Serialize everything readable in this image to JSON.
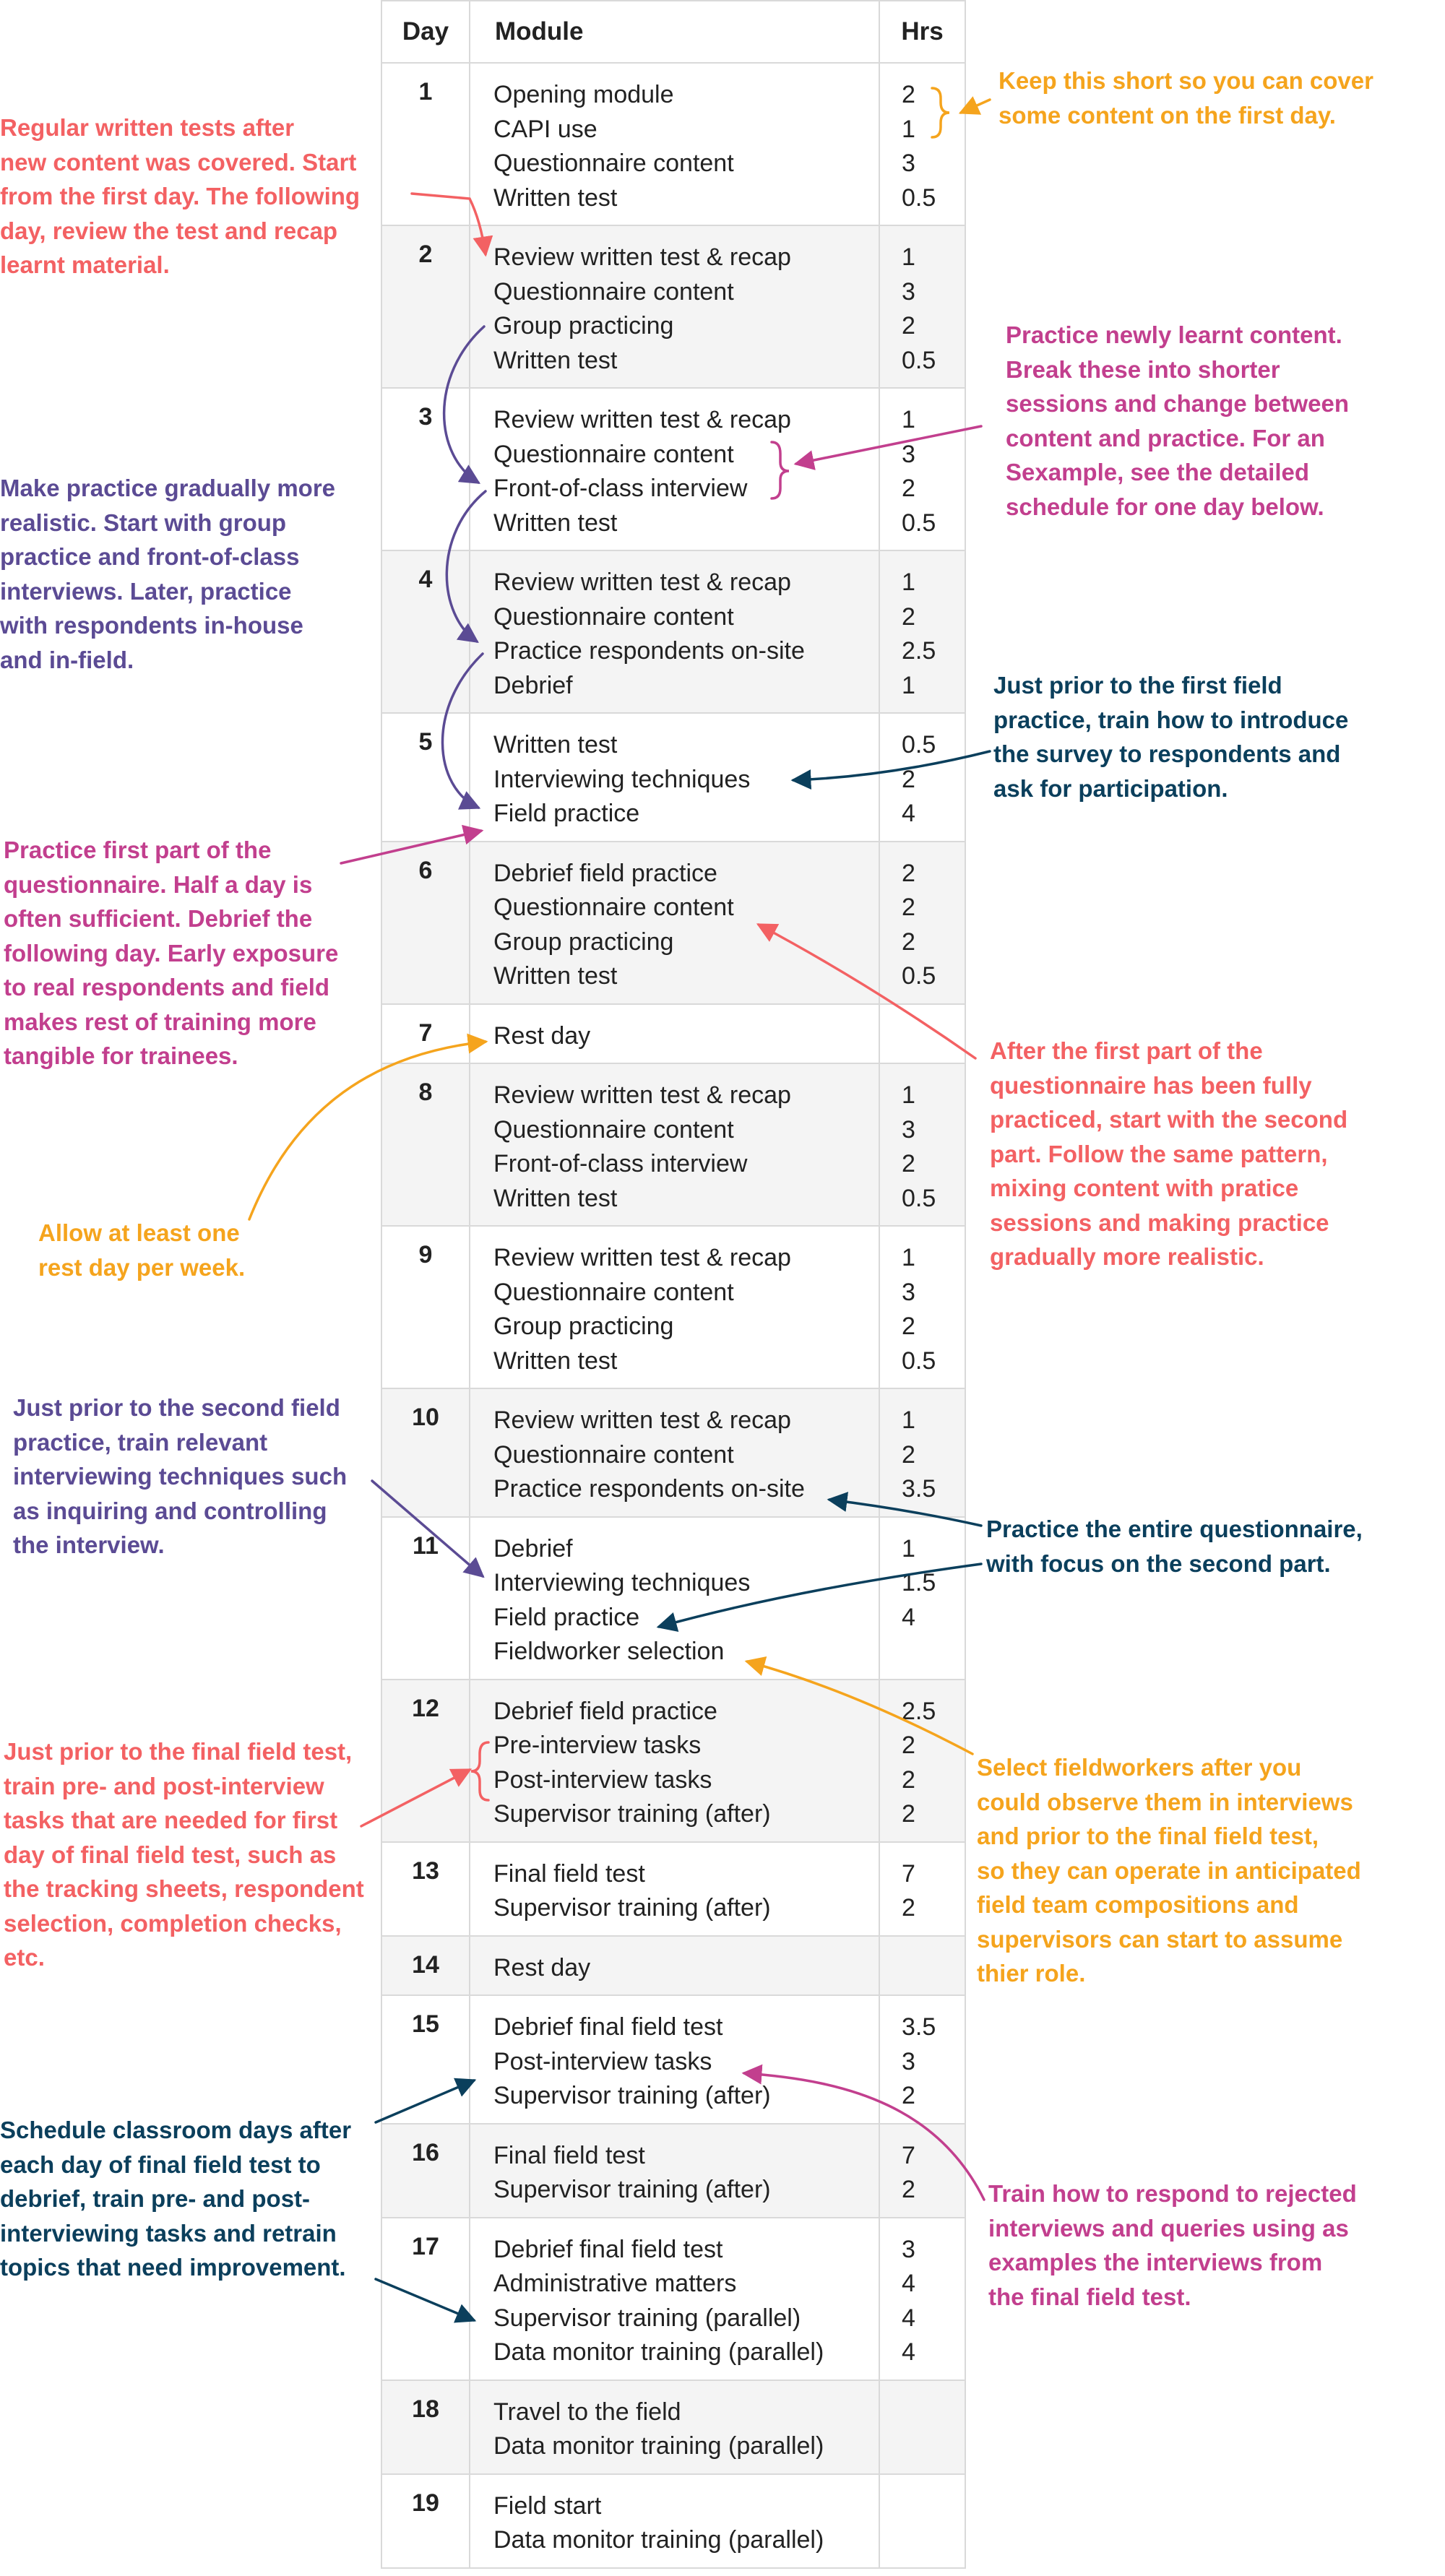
{
  "table": {
    "headers": {
      "day": "Day",
      "module": "Module",
      "hrs": "Hrs"
    },
    "rows": [
      {
        "day": "1",
        "modules": [
          "Opening module",
          "CAPI use",
          "Questionnaire content",
          "Written test"
        ],
        "hrs": [
          "2",
          "1",
          "3",
          "0.5"
        ]
      },
      {
        "day": "2",
        "modules": [
          "Review written test & recap",
          "Questionnaire content",
          "Group practicing",
          "Written test"
        ],
        "hrs": [
          "1",
          "3",
          "2",
          "0.5"
        ]
      },
      {
        "day": "3",
        "modules": [
          "Review written test & recap",
          "Questionnaire content",
          "Front-of-class interview",
          "Written test"
        ],
        "hrs": [
          "1",
          "3",
          "2",
          "0.5"
        ]
      },
      {
        "day": "4",
        "modules": [
          "Review written test & recap",
          "Questionnaire content",
          "Practice respondents on-site",
          "Debrief"
        ],
        "hrs": [
          "1",
          "2",
          "2.5",
          "1"
        ]
      },
      {
        "day": "5",
        "modules": [
          "Written test",
          "Interviewing techniques",
          "Field practice"
        ],
        "hrs": [
          "0.5",
          "2",
          "4"
        ]
      },
      {
        "day": "6",
        "modules": [
          "Debrief field practice",
          "Questionnaire content",
          "Group practicing",
          "Written test"
        ],
        "hrs": [
          "2",
          "2",
          "2",
          "0.5"
        ]
      },
      {
        "day": "7",
        "modules": [
          "Rest day"
        ],
        "hrs": []
      },
      {
        "day": "8",
        "modules": [
          "Review written test & recap",
          "Questionnaire content",
          "Front-of-class interview",
          "Written test"
        ],
        "hrs": [
          "1",
          "3",
          "2",
          "0.5"
        ]
      },
      {
        "day": "9",
        "modules": [
          "Review written test & recap",
          "Questionnaire content",
          "Group practicing",
          "Written test"
        ],
        "hrs": [
          "1",
          "3",
          "2",
          "0.5"
        ]
      },
      {
        "day": "10",
        "modules": [
          "Review written test & recap",
          "Questionnaire content",
          "Practice respondents on-site"
        ],
        "hrs": [
          "1",
          "2",
          "3.5"
        ]
      },
      {
        "day": "11",
        "modules": [
          "Debrief",
          "Interviewing techniques",
          "Field practice",
          "Fieldworker selection"
        ],
        "hrs": [
          "1",
          "1.5",
          "4"
        ]
      },
      {
        "day": "12",
        "modules": [
          "Debrief field practice",
          "Pre-interview tasks",
          "Post-interview tasks",
          "Supervisor training (after)"
        ],
        "hrs": [
          "2.5",
          "2",
          "2",
          "2"
        ]
      },
      {
        "day": "13",
        "modules": [
          "Final field test",
          "Supervisor training (after)"
        ],
        "hrs": [
          "7",
          "2"
        ]
      },
      {
        "day": "14",
        "modules": [
          "Rest day"
        ],
        "hrs": []
      },
      {
        "day": "15",
        "modules": [
          "Debrief final field test",
          "Post-interview tasks",
          "Supervisor training (after)"
        ],
        "hrs": [
          "3.5",
          "3",
          "2"
        ]
      },
      {
        "day": "16",
        "modules": [
          "Final field test",
          "Supervisor training (after)"
        ],
        "hrs": [
          "7",
          "2"
        ]
      },
      {
        "day": "17",
        "modules": [
          "Debrief final field test",
          "Administrative matters",
          "Supervisor training (parallel)",
          "Data monitor training (parallel)"
        ],
        "hrs": [
          "3",
          "4",
          "4",
          "4"
        ]
      },
      {
        "day": "18",
        "modules": [
          "Travel to the field",
          "Data monitor training (parallel)"
        ],
        "hrs": []
      },
      {
        "day": "19",
        "modules": [
          "Field start",
          "Data monitor training (parallel)"
        ],
        "hrs": []
      }
    ]
  },
  "annotations": {
    "written_tests": "Regular written tests after\nnew content was covered. Start\nfrom the first day. The following\nday, review the test and recap\nlearnt material.",
    "keep_short": "Keep this short so you can cover\nsome content on the first day.",
    "practice_content": "Practice newly learnt content.\nBreak these into shorter\nsessions and change between\ncontent and practice. For an\nSexample, see the detailed\nschedule for one day below.",
    "gradual_practice": "Make practice gradually more\nrealistic. Start with group\npractice and front-of-class\ninterviews. Later, practice\nwith respondents in-house\nand in-field.",
    "prior_first_field": "Just prior to the first field\npractice, train how to introduce\nthe survey to respondents and\nask for participation.",
    "first_part": "Practice first part of the\nquestionnaire. Half a day is\noften sufficient. Debrief the\nfollowing day. Early exposure\nto real respondents and field\nmakes rest of training more\ntangible for trainees.",
    "second_part": "After the first part of the\nquestionnaire has been fully\npracticed, start with the second\npart. Follow the same pattern,\nmixing content with pratice\nsessions and making practice\ngradually more realistic.",
    "rest_day": "Allow at least one\nrest day per week.",
    "prior_second_field": "Just prior to the second field\npractice, train relevant\ninterviewing techniques such\nas inquiring and controlling\nthe interview.",
    "entire_questionnaire": "Practice the entire questionnaire,\nwith focus on the second part.",
    "select_fieldworkers": "Select fieldworkers after you\ncould observe them in interviews\nand prior to the final field test,\nso they can operate in anticipated\nfield team compositions and\nsupervisors can start to assume\nthier role.",
    "pre_post_tasks": "Just prior to the final field test,\ntrain pre- and post-interview\ntasks that are needed for first\nday of final field test, such as\nthe tracking sheets, respondent\nselection, completion checks,\netc.",
    "classroom_days": "Schedule classroom days after\neach day of final field test to\ndebrief, train pre- and post-\ninterviewing tasks and retrain\ntopics that need improvement.",
    "rejected_interviews": "Train how to respond to rejected\ninterviews and queries using as\nexamples the interviews from\nthe final field test."
  },
  "colors": {
    "orange": "#f5a41d",
    "salmon": "#f36163",
    "magenta": "#c23f8e",
    "purple": "#5b4b94",
    "teal": "#0b3f5c",
    "row_shade": "#f4f4f4",
    "grid": "#d9d9d9"
  }
}
